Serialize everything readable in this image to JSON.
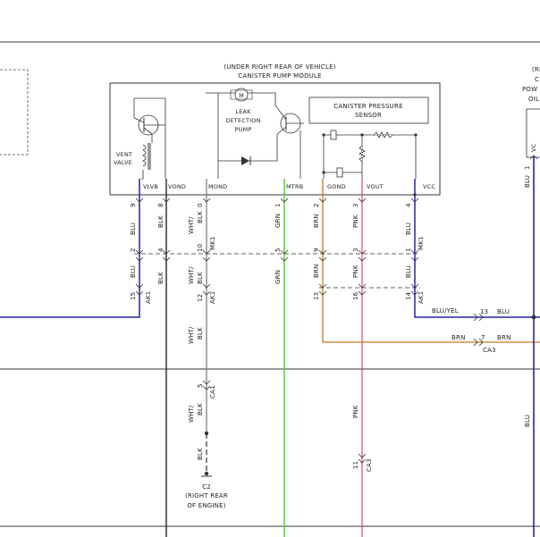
{
  "module": {
    "location": "(UNDER RIGHT REAR OF VEHICLE)",
    "name": "CANISTER PUMP MODULE",
    "vent_valve_line1": "VENT",
    "vent_valve_line2": "VALVE",
    "leak_pump_line1": "LEAK",
    "leak_pump_line2": "DETECTION",
    "leak_pump_line3": "PUMP",
    "motor_symbol": "M",
    "sensor_line1": "CANISTER PRESSURE",
    "sensor_line2": "SENSOR"
  },
  "pins": {
    "vlvb": "VLVB",
    "vond": "VOND",
    "mond": "MOND",
    "mtrb": "MTRB",
    "gond": "GOND",
    "vout": "VOUT",
    "vcc": "VCC"
  },
  "wires": {
    "blu_a_num": "9",
    "blu_a_col": "BLU",
    "blu_b_num": "2",
    "blu_b_col": "BLU",
    "blu_c_num": "15",
    "blu_c_conn": "AK1",
    "blk_a_num": "8",
    "blk_a_col": "BLK",
    "blk_b_num": "4",
    "blk_b_col": "BLK",
    "wb_a_num": "0",
    "wb_a_col1": "WHT/",
    "wb_a_col2": "BLK",
    "wb_b_num": "10",
    "wb_b_conn": "MK1",
    "wb_b_col1": "WHT/",
    "wb_b_col2": "BLK",
    "wb_c_num": "12",
    "wb_c_conn": "AK1",
    "wb_d_col1": "WHT/",
    "wb_d_col2": "BLK",
    "wb_e_num": "5",
    "wb_e_conn": "CA1",
    "wb_f_col1": "WHT/",
    "wb_f_col2": "BLK",
    "blk_g_col": "BLK",
    "grn_a_num": "1",
    "grn_a_col": "GRN",
    "grn_b_num": "5",
    "grn_b_col": "GRN",
    "brn_a_num": "2",
    "brn_a_col": "BRN",
    "brn_b_num": "9",
    "brn_b_col": "BRN",
    "brn_c_num": "13",
    "pnk_a_num": "3",
    "pnk_a_col": "PNK",
    "pnk_b_num": "3",
    "pnk_b_col": "PNK",
    "pnk_c_num": "16",
    "pnk_d_col": "PNK",
    "pnk_e_num": "11",
    "pnk_e_conn": "CA3",
    "vcc_a_num": "4",
    "vcc_a_col": "BLU",
    "vcc_b_num": "1",
    "vcc_b_conn": "MK1",
    "vcc_b_col": "BLU",
    "vcc_c_num": "14",
    "vcc_c_conn": "AK1",
    "bluyel_col": "BLU/YEL",
    "bluyel_num": "13",
    "bluyel_col2": "BLU",
    "brn_r_col": "BRN",
    "brn_r_num": "7",
    "brn_r_col2": "BRN",
    "brn_r_conn": "CA3",
    "right_blu_num": "1",
    "right_blu_col": "BLU",
    "right_blu_low": "BLU"
  },
  "ground": {
    "name": "C2",
    "loc1": "(RIGHT REAR",
    "loc2": "OF ENGINE)"
  },
  "right_partial": {
    "l1": "(RI",
    "l2": "C",
    "l3": "POW",
    "l4": "OIL",
    "vc": "VC"
  },
  "colors": {
    "blu": "#2424a8",
    "blk": "#333333",
    "grn": "#5ccc3c",
    "brn": "#c8781e",
    "pnk": "#d94a72",
    "wht": "#666666",
    "line": "#333333"
  }
}
